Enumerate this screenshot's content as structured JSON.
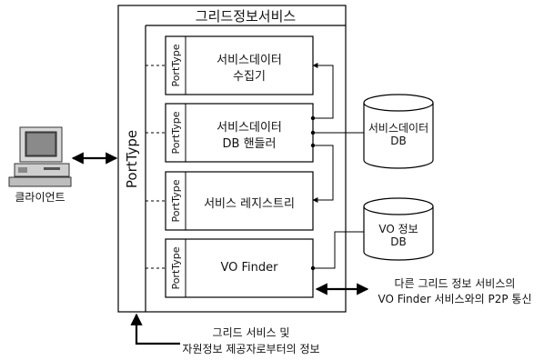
{
  "title": "그리드정보서비스",
  "port_type_label": "PortType",
  "client_label": "클라이언트",
  "services": [
    {
      "line1": "서비스데이터",
      "line2": "수집기"
    },
    {
      "line1": "서비스데이터",
      "line2": "DB 핸들러"
    },
    {
      "line1": "서비스 레지스트리",
      "line2": ""
    },
    {
      "line1": "VO Finder",
      "line2": ""
    }
  ],
  "databases": [
    {
      "line1": "서비스데이터",
      "line2": "DB"
    },
    {
      "line1": "VO 정보",
      "line2": "DB"
    }
  ],
  "p2p_note": {
    "line1": "다른 그리드 정보 서비스의",
    "line2": "VO Finder 서비스와의 P2P 통신"
  },
  "resource_note": {
    "line1": "그리드 서비스 및",
    "line2": "자원정보 제공자로부터의 정보"
  }
}
